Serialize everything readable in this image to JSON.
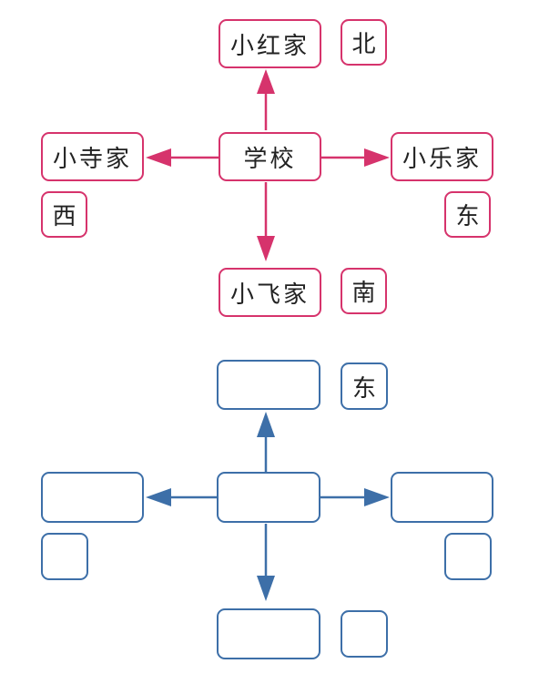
{
  "top_diagram": {
    "color": "#d6336c",
    "center": "学校",
    "north_place": "小红家",
    "west_place": "小寺家",
    "east_place": "小乐家",
    "south_place": "小飞家",
    "north_dir": "北",
    "west_dir": "西",
    "east_dir": "东",
    "south_dir": "南"
  },
  "bottom_diagram": {
    "color": "#3d6fa8",
    "center": "",
    "north_place": "",
    "west_place": "",
    "east_place": "",
    "south_place": "",
    "north_dir": "东",
    "west_dir": "",
    "east_dir": "",
    "south_dir": ""
  }
}
